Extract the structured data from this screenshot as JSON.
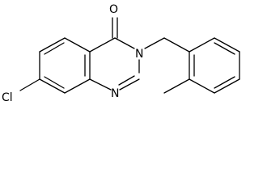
{
  "molecule": {
    "atoms": {
      "oxygen": "O",
      "n3": "N",
      "n1": "N",
      "chlorine": "Cl"
    }
  }
}
